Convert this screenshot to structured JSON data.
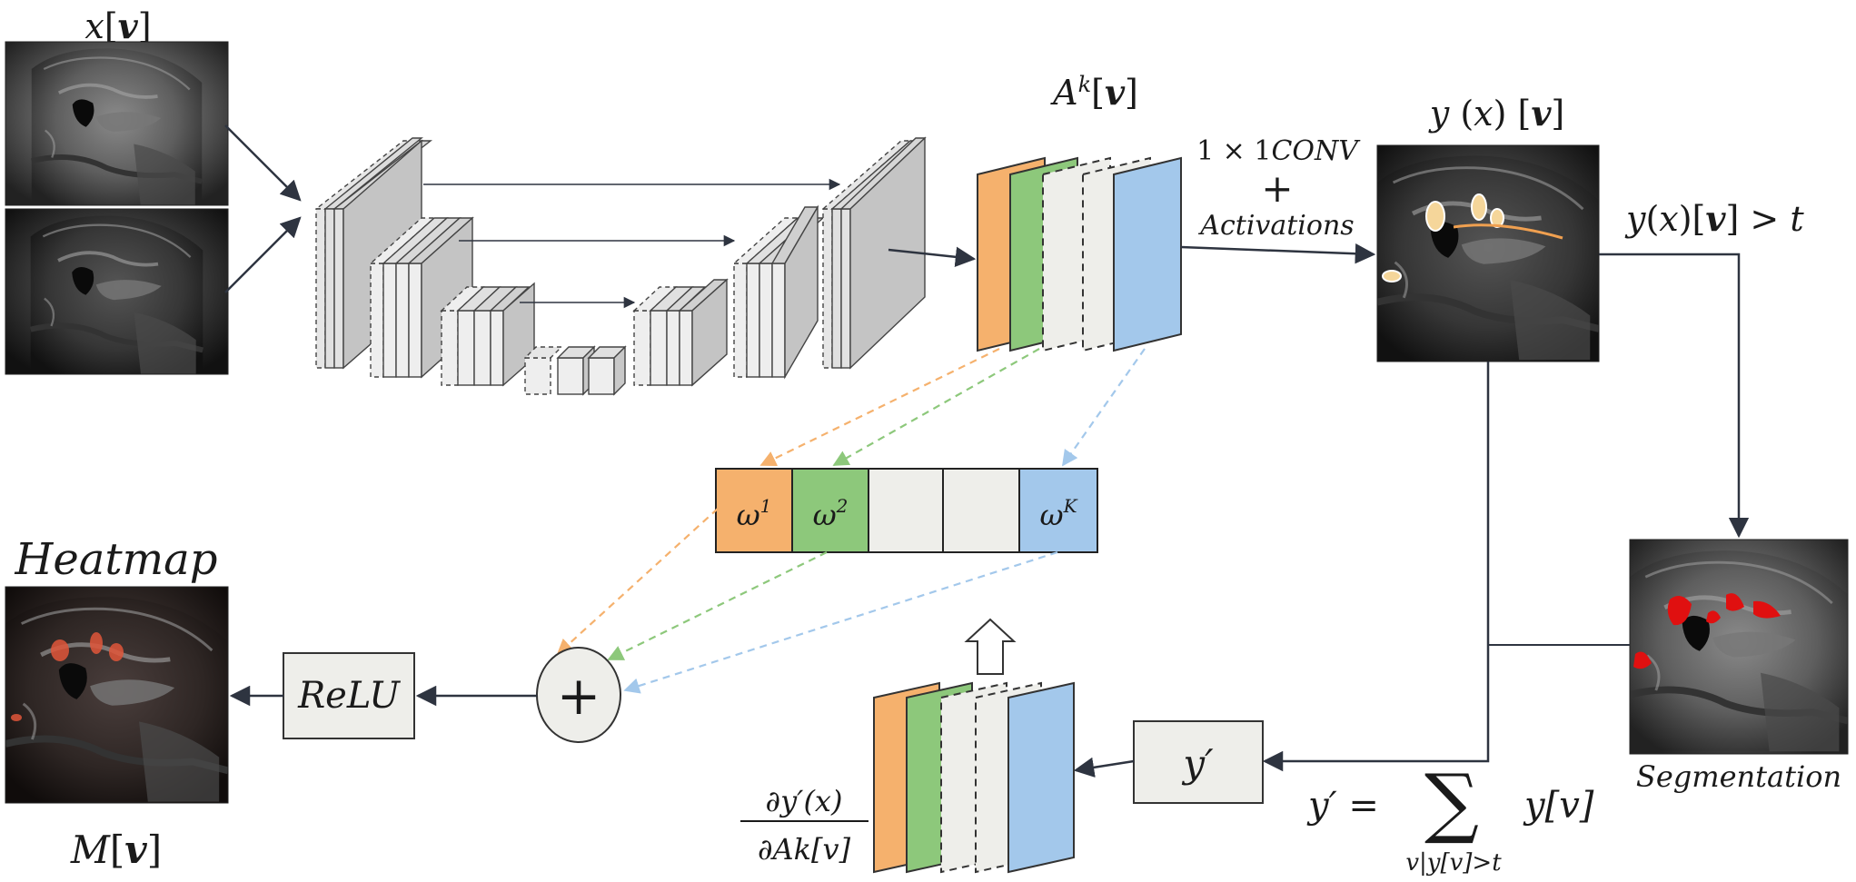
{
  "labels": {
    "input_label": "x[v]",
    "features_label": "A^k[v]",
    "conv_line1": "1 × 1CONV",
    "conv_line2": "+",
    "conv_line3": "Activations",
    "output_label": "y(x)[v]",
    "threshold_label": "y(x)[v] > t",
    "heatmap_title": "Heatmap",
    "heatmap_label": "M[v]",
    "relu_label": "ReLU",
    "plus_label": "+",
    "weight_1": "ω",
    "weight_1_sup": "1",
    "weight_2": "ω",
    "weight_2_sup": "2",
    "weight_k": "ω",
    "weight_k_sup": "K",
    "yprime_box": "y′",
    "yprime_eq_lhs": "y′ =",
    "yprime_eq_sum": "∑",
    "yprime_eq_term": "y[v]",
    "yprime_eq_sub": "v|y[v]>t",
    "grad_num": "∂y′(x)",
    "grad_den": "∂A^k[v]",
    "segmentation_label": "Segmentation"
  },
  "colors": {
    "orange": "#f5b16d",
    "green": "#8dc87b",
    "blue": "#a3c8eb",
    "light_gray": "#eeeeea",
    "block_gray": "#c8c8c8",
    "arrow_dark": "#2e3440",
    "seg_red": "#e01010"
  }
}
